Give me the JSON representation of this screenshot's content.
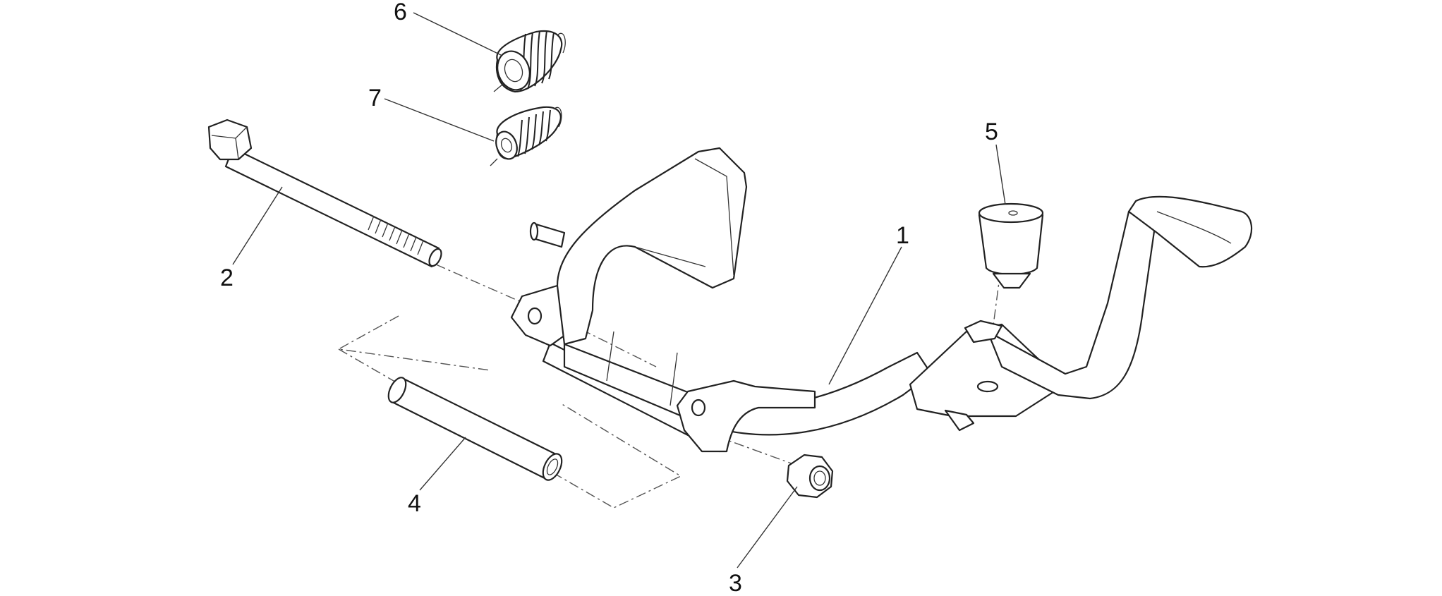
{
  "diagram": {
    "parts": [
      {
        "id": "1",
        "label": "1"
      },
      {
        "id": "2",
        "label": "2"
      },
      {
        "id": "3",
        "label": "3"
      },
      {
        "id": "4",
        "label": "4"
      },
      {
        "id": "5",
        "label": "5"
      },
      {
        "id": "6",
        "label": "6"
      },
      {
        "id": "7",
        "label": "7"
      }
    ]
  }
}
